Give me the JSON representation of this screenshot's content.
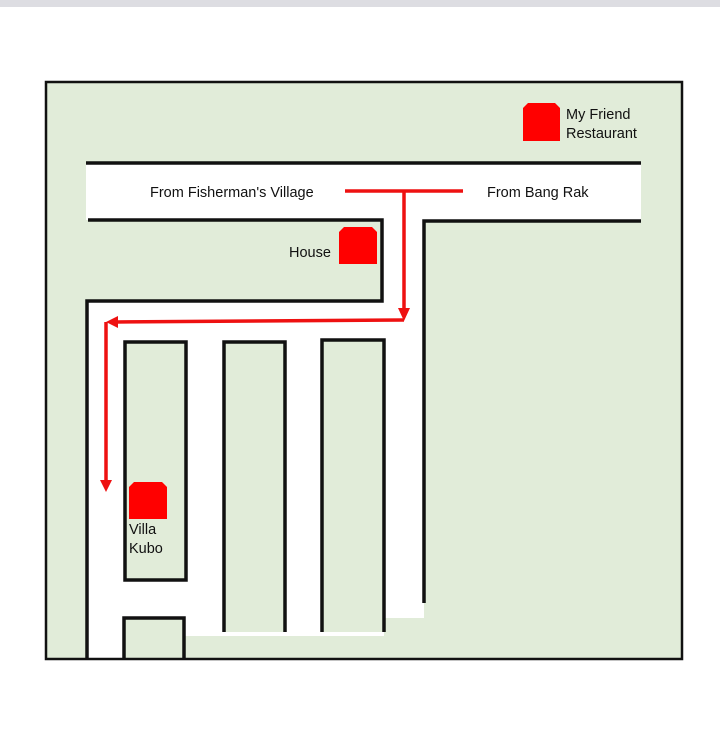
{
  "map": {
    "roads": {
      "from_west": "From Fisherman's Village",
      "from_east": "From Bang Rak"
    },
    "places": [
      {
        "name_line1": "My Friend",
        "name_line2": "Restaurant"
      },
      {
        "name_line1": "House"
      },
      {
        "name_line1": "Villa",
        "name_line2": "Kubo"
      }
    ],
    "colors": {
      "land": "#e1ecd9",
      "road": "#ffffff",
      "route": "#ee1111",
      "marker": "#ff0000"
    }
  }
}
